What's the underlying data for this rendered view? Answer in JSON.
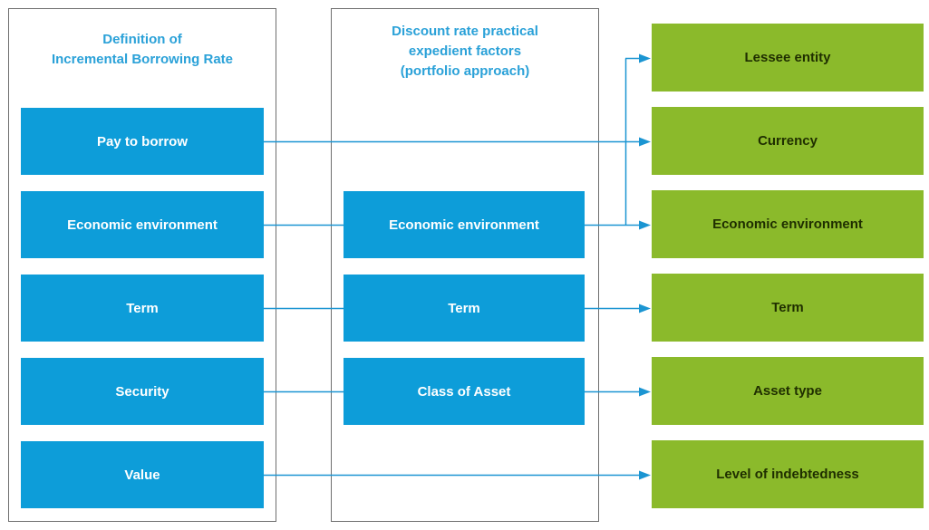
{
  "colors": {
    "box_blue": "#0d9dd9",
    "box_green": "#8bba2b",
    "title_blue": "#2aa1d8",
    "arrow_blue": "#1b95d2",
    "panel_border": "#6e6e6e",
    "blue_box_text": "#ffffff",
    "green_box_text": "#1f2e00"
  },
  "left_panel": {
    "title": "Definition of\nIncremental Borrowing Rate",
    "boxes": [
      "Pay to borrow",
      "Economic environment",
      "Term",
      "Security",
      "Value"
    ]
  },
  "middle_panel": {
    "title": "Discount rate practical\nexpedient factors\n(portfolio approach)",
    "boxes": [
      "Economic environment",
      "Term",
      "Class of Asset"
    ]
  },
  "right_column": {
    "boxes": [
      "Lessee entity",
      "Currency",
      "Economic environment",
      "Term",
      "Asset type",
      "Level of indebtedness"
    ]
  }
}
